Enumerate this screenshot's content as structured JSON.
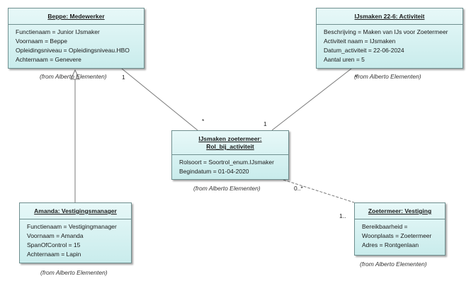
{
  "objects": {
    "beppe": {
      "title": "Beppe: Medewerker",
      "attributes": [
        "Functienaam = Junior IJsmaker",
        "Voornaam = Beppe",
        "Opleidingsniveau = Opleidingsniveau.HBO",
        "Achternaam = Genevere"
      ],
      "from": "(from Alberto Elementen)"
    },
    "ijsmaken": {
      "title": "IJsmaken 22-6: Activiteit",
      "attributes": [
        "Beschrijving = Maken van IJs voor Zoetermeer",
        "Activiteit naam = IJsmaken",
        "Datum_activiteit = 22-06-2024",
        "Aantal uren = 5"
      ],
      "from": "(from Alberto Elementen)"
    },
    "rol": {
      "title_line1": "IJsmaken zoetermeer:",
      "title_line2": "Rol_bij_activiteit",
      "attributes": [
        "Rolsoort = Soortrol_enum.IJsmaker",
        "Begindatum = 01-04-2020"
      ],
      "from": "(from Alberto Elementen)"
    },
    "amanda": {
      "title": "Amanda: Vestigingsmanager",
      "attributes": [
        "Functienaam = Vestigingmanager",
        "Voornaam = Amanda",
        "SpanOfControl = 15",
        "Achternaam = Lapin"
      ],
      "from": "(from Alberto Elementen)"
    },
    "zoetermeer": {
      "title": "Zoetermeer: Vestiging",
      "attributes": [
        "Bereikbaarheid =",
        "Woonplaats = Zoetermeer",
        "Adres = Rontgenlaan"
      ],
      "from": "(from Alberto Elementen)"
    }
  },
  "multiplicities": {
    "beppe_end": "1",
    "rol_left_end": "*",
    "ijsmaken_end": "*",
    "rol_right_end": "1",
    "rol_bottom_end": "0..*",
    "zoetermeer_end": "1.."
  },
  "colors": {
    "box_fill": "#d4f1f1",
    "border": "#6f8f8f",
    "line": "#7a7a7a"
  }
}
